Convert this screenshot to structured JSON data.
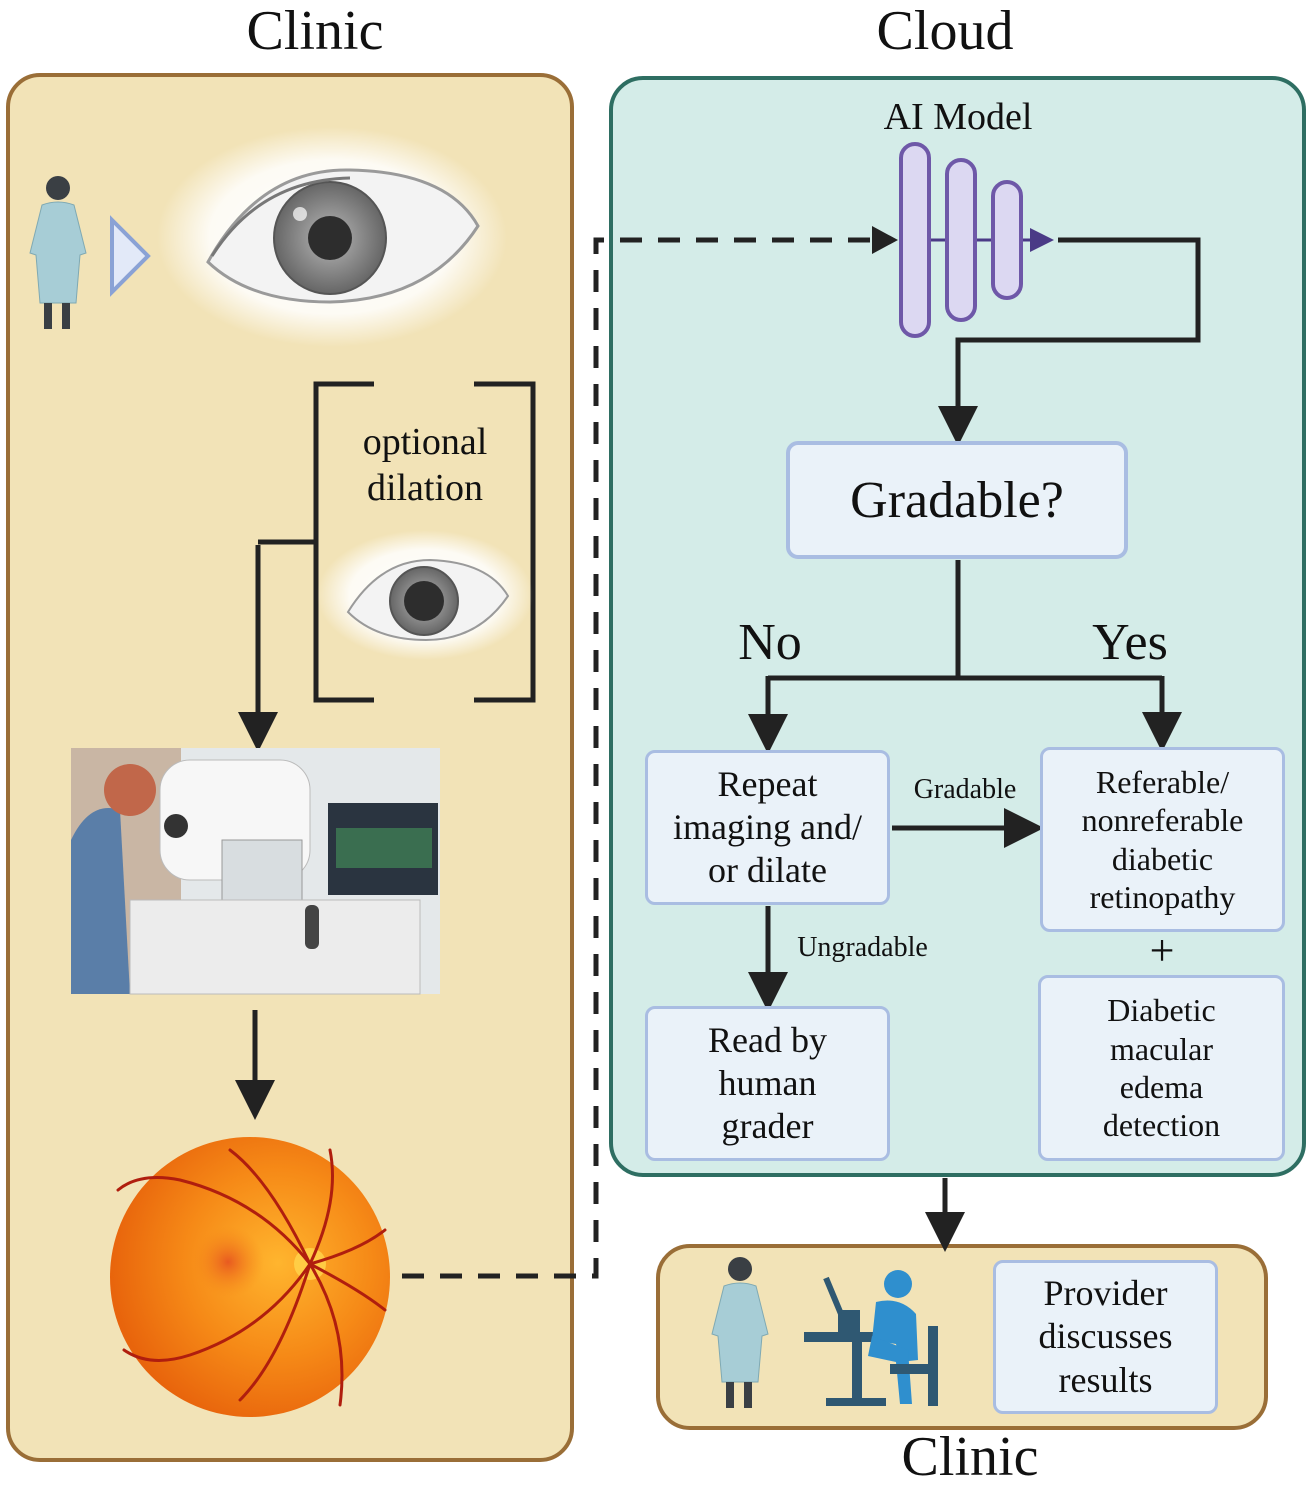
{
  "sections": {
    "clinic_top": "Clinic",
    "cloud": "Cloud",
    "clinic_bottom": "Clinic"
  },
  "clinic_panel": {
    "optional_dilation": [
      "optional",
      "dilation"
    ]
  },
  "cloud_panel": {
    "model_label": "AI Model",
    "decision": "Gradable?",
    "branch_no": "No",
    "branch_yes": "Yes",
    "repeat_box": [
      "Repeat",
      "imaging and/",
      "or dilate"
    ],
    "edge_gradable": "Gradable",
    "edge_ungradable": "Ungradable",
    "human_box": [
      "Read by",
      "human",
      "grader"
    ],
    "referable_box": [
      "Referable/",
      "nonreferable",
      "diabetic",
      "retinopathy"
    ],
    "plus": "+",
    "dme_box": [
      "Diabetic",
      "macular",
      "edema",
      "detection"
    ]
  },
  "result_panel": {
    "provider_box": [
      "Provider",
      "discusses",
      "results"
    ]
  },
  "colors": {
    "clinic_fill": "#f2e3b7",
    "clinic_border": "#9a6e37",
    "cloud_fill": "#d4ece8",
    "cloud_border": "#2e6e62",
    "box_fill": "#eaf2f9",
    "box_border": "#a9bde2",
    "model_fill": "#dcd8f2",
    "model_stroke": "#6e58a8",
    "retina": "#f07d12"
  }
}
